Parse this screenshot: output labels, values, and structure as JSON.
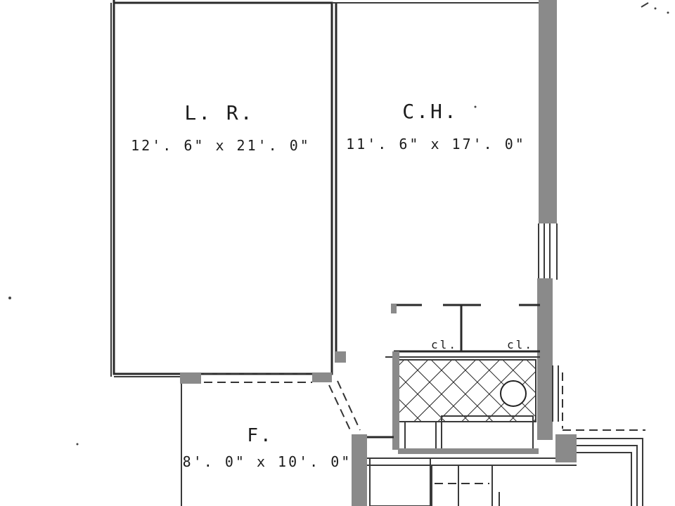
{
  "rooms": {
    "living_room": {
      "name": "L. R.",
      "dimensions": "12'. 6\" x 21'. 0\""
    },
    "chamber": {
      "name": "C.H.",
      "dimensions": "11'. 6\" x 17'. 0\""
    },
    "foyer": {
      "name": "F.",
      "dimensions": "8'. 0\" x 10'. 0\""
    }
  },
  "closets": {
    "left": "cl.",
    "right": "cl."
  },
  "colors": {
    "wall_fill": "#8a8a8a",
    "line": "#2a2a2a",
    "paper": "#ffffff"
  }
}
